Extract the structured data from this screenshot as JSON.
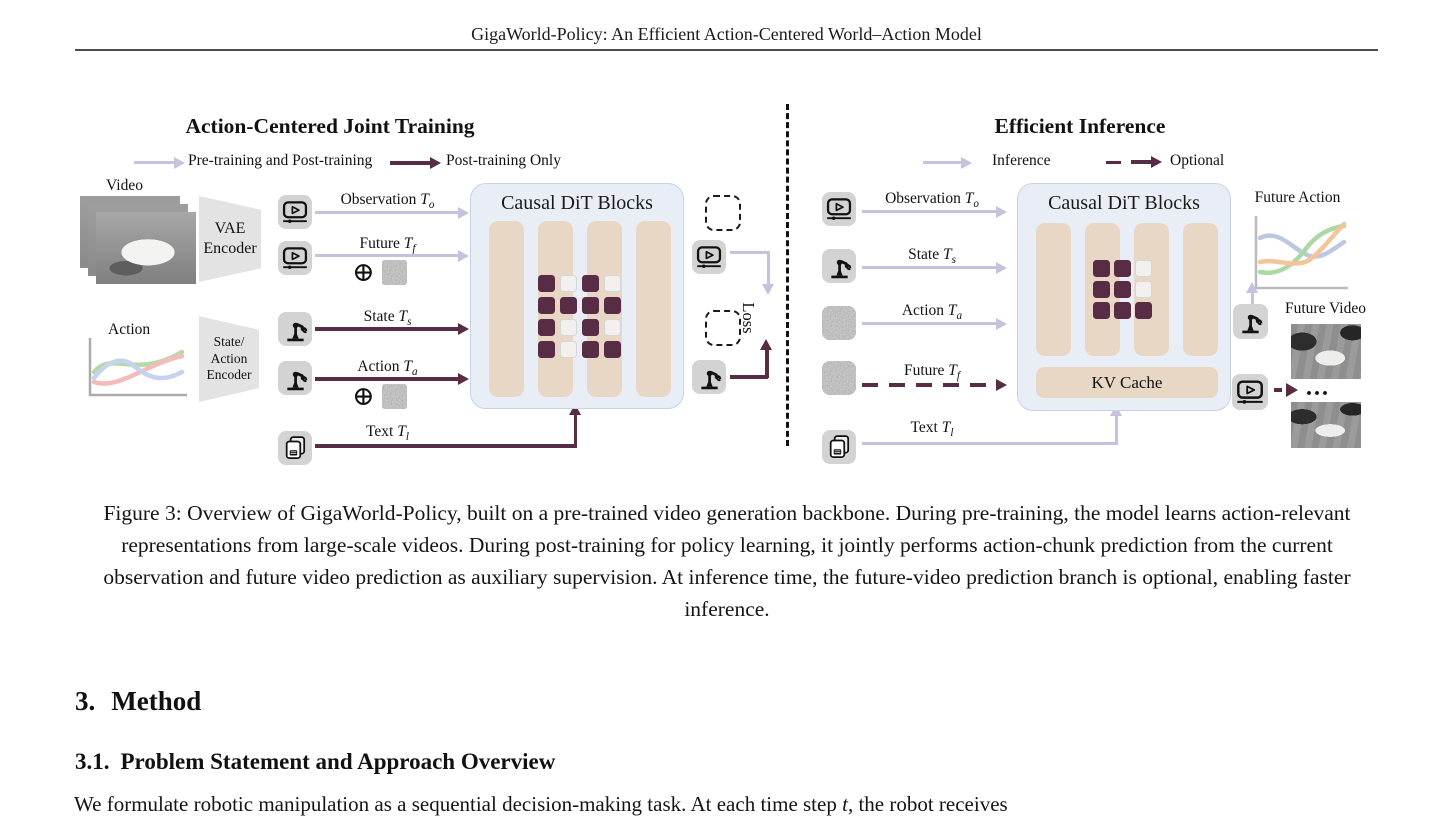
{
  "header": {
    "title": "GigaWorld-Policy: An Efficient Action-Centered World–Action Model"
  },
  "colors": {
    "accent_light": "#c8c1de",
    "accent_dark": "#572c44",
    "bar_tan": "#e8d7c5",
    "dit_bg": "#e9eef6"
  },
  "training": {
    "title": "Action-Centered Joint Training",
    "legend": [
      {
        "label": "Pre-training and Post-training",
        "style": "light"
      },
      {
        "label": "Post-training Only",
        "style": "dark"
      }
    ],
    "video_label": "Video",
    "vae_lines": [
      "VAE",
      "Encoder"
    ],
    "action_label": "Action",
    "encoder_lines": [
      "State/",
      "Action",
      "Encoder"
    ],
    "dit_title": "Causal DiT Blocks",
    "plus": "⊕",
    "loss_label": "Loss",
    "arrows": [
      {
        "text": "Observation ",
        "var": "T",
        "sub": "o",
        "style": "light"
      },
      {
        "text": "Future ",
        "var": "T",
        "sub": "f",
        "style": "light"
      },
      {
        "text": "State ",
        "var": "T",
        "sub": "s",
        "style": "dark"
      },
      {
        "text": "Action ",
        "var": "T",
        "sub": "a",
        "style": "dark"
      },
      {
        "text": "Text ",
        "var": "T",
        "sub": "l",
        "style": "dark"
      }
    ],
    "grid": [
      [
        1,
        0,
        1,
        0
      ],
      [
        1,
        1,
        1,
        1
      ],
      [
        1,
        0,
        1,
        0
      ],
      [
        1,
        0,
        1,
        1
      ]
    ]
  },
  "inference": {
    "title": "Efficient Inference",
    "legend": [
      {
        "label": "Inference",
        "style": "light"
      },
      {
        "label": "Optional",
        "style": "dashed"
      }
    ],
    "dit_title": "Causal DiT Blocks",
    "kv_label": "KV Cache",
    "future_action_label": "Future Action",
    "future_video_label": "Future Video",
    "ellipsis": "...",
    "arrows": [
      {
        "text": "Observation ",
        "var": "T",
        "sub": "o",
        "style": "light"
      },
      {
        "text": "State ",
        "var": "T",
        "sub": "s",
        "style": "light"
      },
      {
        "text": "Action ",
        "var": "T",
        "sub": "a",
        "style": "light"
      },
      {
        "text": "Future ",
        "var": "T",
        "sub": "f",
        "style": "dashed"
      },
      {
        "text": "Text ",
        "var": "T",
        "sub": "l",
        "style": "light"
      }
    ],
    "grid": [
      [
        1,
        1,
        0
      ],
      [
        1,
        1,
        0
      ],
      [
        1,
        1,
        1
      ]
    ]
  },
  "caption": {
    "text": "Figure 3: Overview of GigaWorld-Policy, built on a pre-trained video generation backbone. During pre-training, the model learns action-relevant representations from large-scale videos. During post-training for policy learning, it jointly performs action-chunk prediction from the current observation and future video prediction as auxiliary supervision. At inference time, the future-video prediction branch is optional, enabling faster inference."
  },
  "section": {
    "number": "3.",
    "title": "Method"
  },
  "subsection": {
    "number": "3.1.",
    "title": "Problem Statement and Approach Overview"
  },
  "body": {
    "pre": "We formulate robotic manipulation as a sequential decision-making task. At each time step ",
    "var": "t",
    "post": ", the robot receives"
  }
}
